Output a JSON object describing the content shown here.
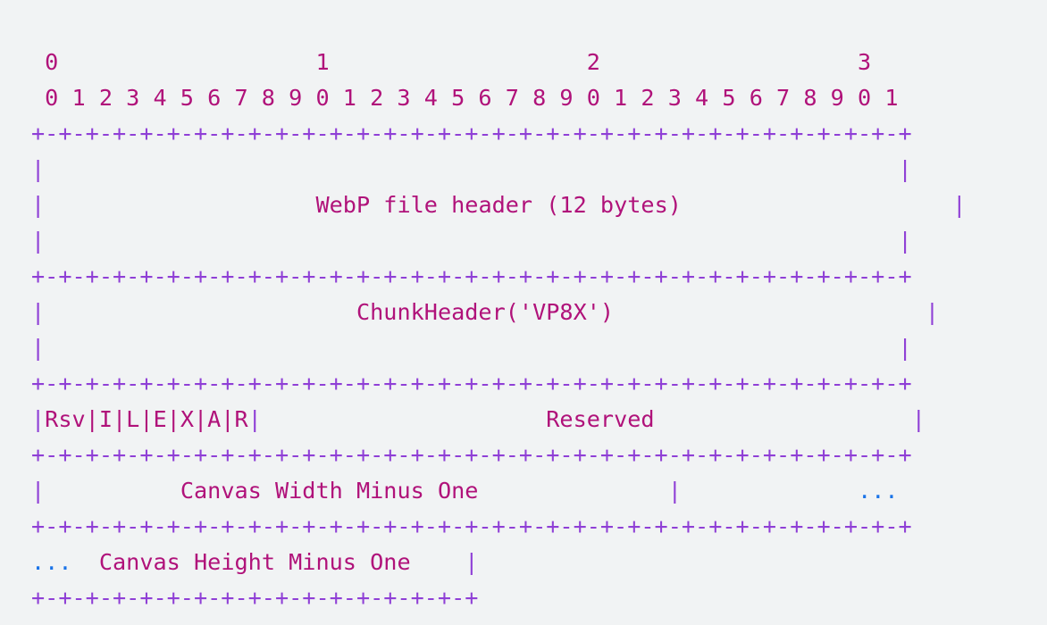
{
  "colors": {
    "text": "#b0127a",
    "border": "#8f3fd6",
    "continuation": "#1a73e8",
    "background": "#f1f3f4"
  },
  "bit_ruler": {
    "tens": " 0                   1                   2                   3",
    "units": " 0 1 2 3 4 5 6 7 8 9 0 1 2 3 4 5 6 7 8 9 0 1 2 3 4 5 6 7 8 9 0 1"
  },
  "separator_full": "+-+-+-+-+-+-+-+-+-+-+-+-+-+-+-+-+-+-+-+-+-+-+-+-+-+-+-+-+-+-+-+-+",
  "separator_half": "+-+-+-+-+-+-+-+-+-+-+-+-+-+-+-+-+",
  "fields": {
    "file_header": "WebP file header (12 bytes)",
    "chunk_header": "ChunkHeader('VP8X')",
    "flags": "Rsv|I|L|E|X|A|R",
    "reserved": "Reserved",
    "canvas_width": "Canvas Width Minus One",
    "canvas_height": "Canvas Height Minus One",
    "continuation": "..."
  }
}
